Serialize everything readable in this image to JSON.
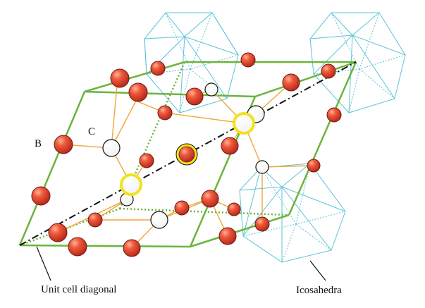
{
  "labels": {
    "site_b": "B",
    "site_c": "C",
    "unit_cell_diagonal": "Unit cell diagonal",
    "icosahedra": "Icosahedra"
  },
  "colors": {
    "cell_edge": "#6ab43c",
    "bond": "#f0a63a",
    "icosahedron": "#5bc3d8",
    "boron_atom": "#e04a34",
    "carbon_atom": "#ffffff",
    "chain_end_ring": "#f2e21e",
    "diagonal": "#111111"
  }
}
